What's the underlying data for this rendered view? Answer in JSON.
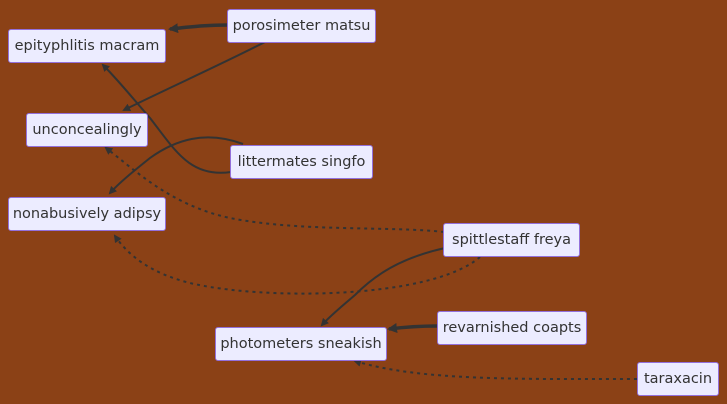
{
  "diagram": {
    "colors": {
      "background": "#8b4116",
      "node_fill": "#ececff",
      "node_border": "#9370db",
      "text": "#333333",
      "edge": "#333333"
    },
    "nodes": {
      "porosimeter": "porosimeter matsu",
      "epityphlitis": "epityphlitis macram",
      "unconcealingly": "unconcealingly",
      "littermates": "littermates singfo",
      "nonabusively": "nonabusively adipsy",
      "spittlestaff": "spittlestaff freya",
      "revarnished": "revarnished coapts",
      "photometers": "photometers sneakish",
      "taraxacin": "taraxacin"
    },
    "edges": [
      {
        "from": "porosimeter matsu",
        "to": "epityphlitis macram",
        "style": "thick"
      },
      {
        "from": "porosimeter matsu",
        "to": "unconcealingly",
        "style": "solid"
      },
      {
        "from": "littermates singfo",
        "to": "epityphlitis macram",
        "style": "solid"
      },
      {
        "from": "littermates singfo",
        "to": "nonabusively adipsy",
        "style": "solid"
      },
      {
        "from": "spittlestaff freya",
        "to": "unconcealingly",
        "style": "dotted"
      },
      {
        "from": "spittlestaff freya",
        "to": "nonabusively adipsy",
        "style": "dotted"
      },
      {
        "from": "spittlestaff freya",
        "to": "photometers sneakish",
        "style": "solid"
      },
      {
        "from": "revarnished coapts",
        "to": "photometers sneakish",
        "style": "thick"
      },
      {
        "from": "taraxacin",
        "to": "photometers sneakish",
        "style": "dotted"
      }
    ]
  }
}
